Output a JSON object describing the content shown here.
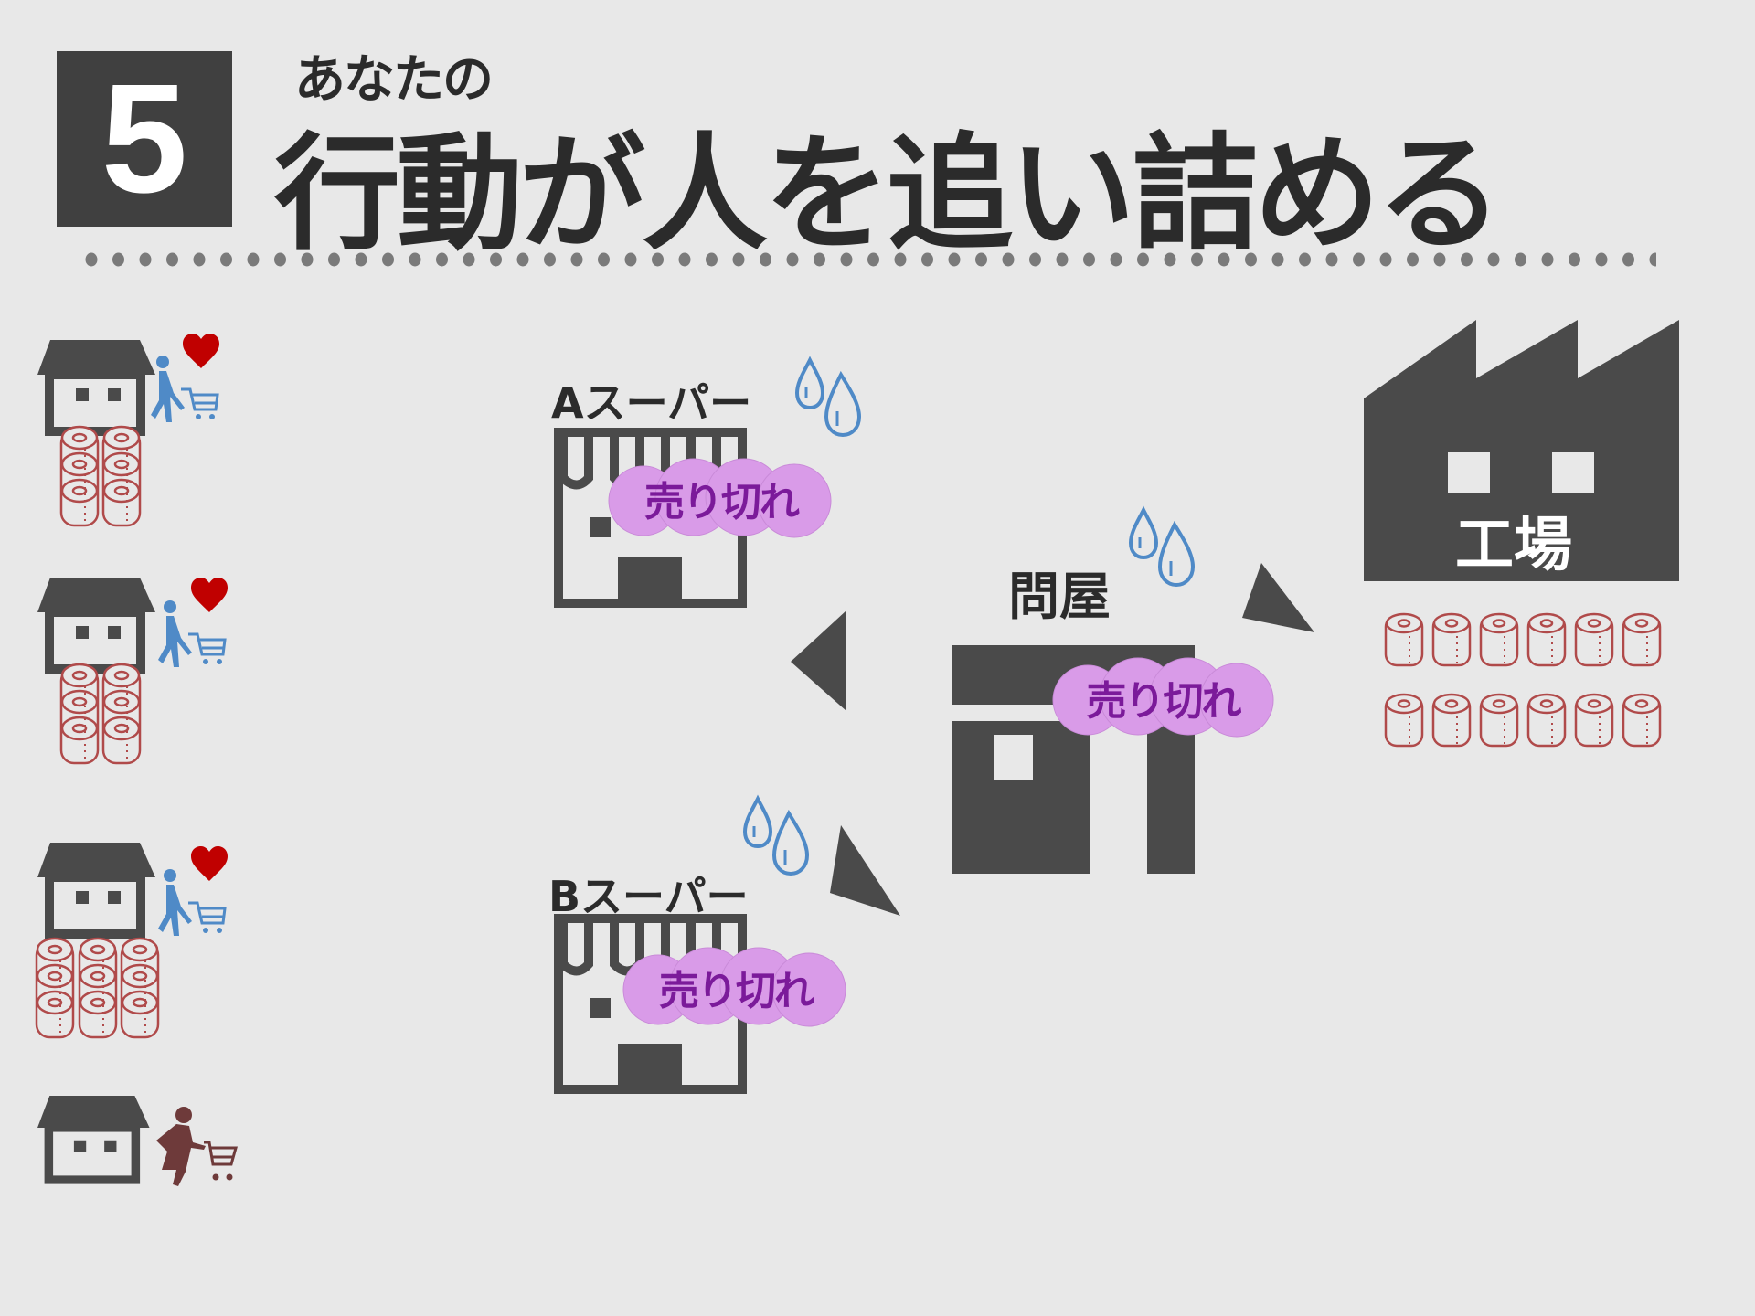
{
  "header": {
    "number": "5",
    "subtitle": "あなたの",
    "title": "行動が人を追い詰める"
  },
  "households": [
    {
      "role": "hoarding-shopper",
      "has_heart": true,
      "roll_count": 6,
      "roll_columns": 2
    },
    {
      "role": "hoarding-shopper",
      "has_heart": true,
      "roll_count": 6,
      "roll_columns": 2
    },
    {
      "role": "hoarding-shopper",
      "has_heart": true,
      "roll_count": 9,
      "roll_columns": 3
    },
    {
      "role": "empty-handed-shopper",
      "has_heart": false,
      "roll_count": 0,
      "roll_columns": 0
    }
  ],
  "stores": {
    "a": {
      "label": "Aスーパー",
      "status": "売り切れ"
    },
    "b": {
      "label": "Bスーパー",
      "status": "売り切れ"
    }
  },
  "wholesaler": {
    "label": "問屋",
    "status": "売り切れ"
  },
  "factory": {
    "label": "工場",
    "roll_count": 12
  },
  "icons": {
    "heart": "heart-icon",
    "shopper": "shopper-with-cart-icon",
    "house": "house-icon",
    "roll": "toilet-paper-roll-icon",
    "sweat": "sweat-drops-icon",
    "arrow": "triangle-arrow-icon"
  },
  "colors": {
    "background": "#e8e8e8",
    "dark": "#4a4a4a",
    "heart": "#c00000",
    "shopper": "#4f8ac7",
    "roll": "#b04a4a",
    "soldout_bg": "#d99be8",
    "soldout_text": "#7b1a9a",
    "drop": "#4f8ac7",
    "elderly_shopper": "#6e3a3a"
  }
}
